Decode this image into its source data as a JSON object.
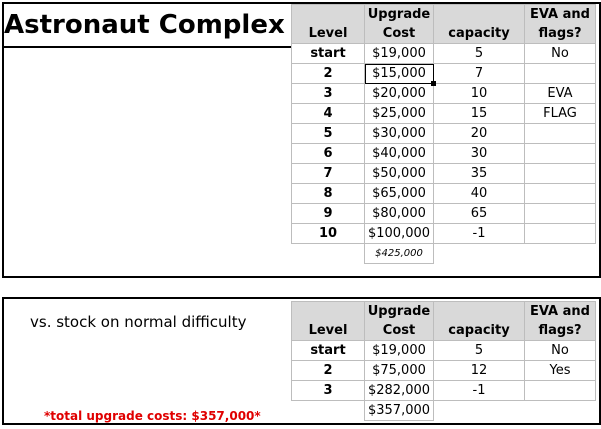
{
  "section1": {
    "title": "Astronaut Complex",
    "headers": {
      "level": "Level",
      "upgrade": "Upgrade",
      "cost": "Cost",
      "capacity": "capacity",
      "eva": "EVA and",
      "flags": "flags?"
    },
    "rows": [
      {
        "level": "start",
        "cost": "$19,000",
        "capacity": "5",
        "eva": "No"
      },
      {
        "level": "2",
        "cost": "$15,000",
        "capacity": "7",
        "eva": ""
      },
      {
        "level": "3",
        "cost": "$20,000",
        "capacity": "10",
        "eva": "EVA"
      },
      {
        "level": "4",
        "cost": "$25,000",
        "capacity": "15",
        "eva": "FLAG"
      },
      {
        "level": "5",
        "cost": "$30,000",
        "capacity": "20",
        "eva": ""
      },
      {
        "level": "6",
        "cost": "$40,000",
        "capacity": "30",
        "eva": ""
      },
      {
        "level": "7",
        "cost": "$50,000",
        "capacity": "35",
        "eva": ""
      },
      {
        "level": "8",
        "cost": "$65,000",
        "capacity": "40",
        "eva": ""
      },
      {
        "level": "9",
        "cost": "$80,000",
        "capacity": "65",
        "eva": ""
      },
      {
        "level": "10",
        "cost": "$100,000",
        "capacity": "-1",
        "eva": ""
      }
    ],
    "total": "$425,000"
  },
  "section2": {
    "title": "vs. stock on normal difficulty",
    "headers": {
      "level": "Level",
      "upgrade": "Upgrade",
      "cost": "Cost",
      "capacity": "capacity",
      "eva": "EVA and",
      "flags": "flags?"
    },
    "rows": [
      {
        "level": "start",
        "cost": "$19,000",
        "capacity": "5",
        "eva": "No"
      },
      {
        "level": "2",
        "cost": "$75,000",
        "capacity": "12",
        "eva": "Yes"
      },
      {
        "level": "3",
        "cost": "$282,000",
        "capacity": "-1",
        "eva": ""
      }
    ],
    "total": "$357,000",
    "note": "*total upgrade costs: $357,000*"
  }
}
